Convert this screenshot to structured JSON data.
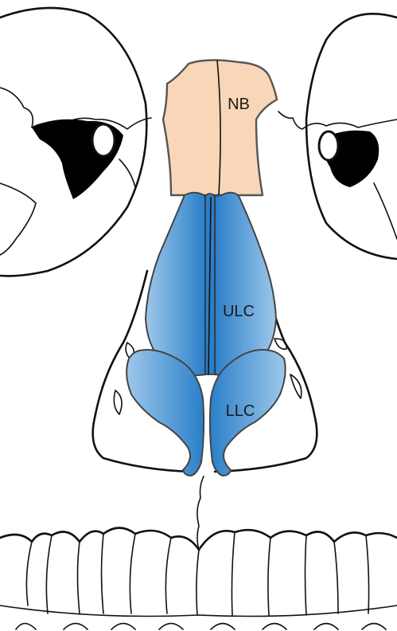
{
  "labels": {
    "nasal_bone": "NB",
    "upper_lateral_cartilage": "ULC",
    "lower_lateral_cartilage": "LLC"
  },
  "colors": {
    "nasal_bone_fill": "#f9d6b8",
    "cartilage_dark": "#2a7fc9",
    "cartilage_light": "#a8cdea",
    "outline": "#111111",
    "orbit_fill": "#000000"
  }
}
